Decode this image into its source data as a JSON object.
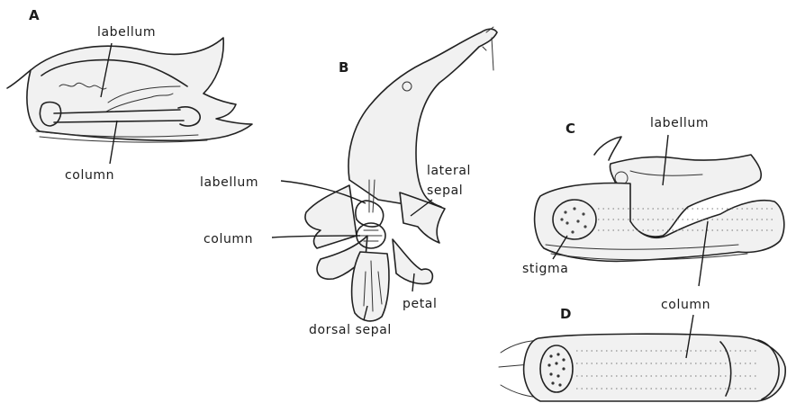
{
  "panels": {
    "a": {
      "letter": "A",
      "labels": {
        "labellum": "labellum",
        "column": "column"
      }
    },
    "b": {
      "letter": "B",
      "labels": {
        "labellum": "labellum",
        "lateral_sepal_line1": "lateral",
        "lateral_sepal_line2": "sepal",
        "column": "column",
        "petal": "petal",
        "dorsal_sepal": "dorsal sepal"
      }
    },
    "c": {
      "letter": "C",
      "labels": {
        "labellum": "labellum",
        "stigma": "stigma",
        "column": "column"
      }
    },
    "d": {
      "letter": "D"
    }
  }
}
